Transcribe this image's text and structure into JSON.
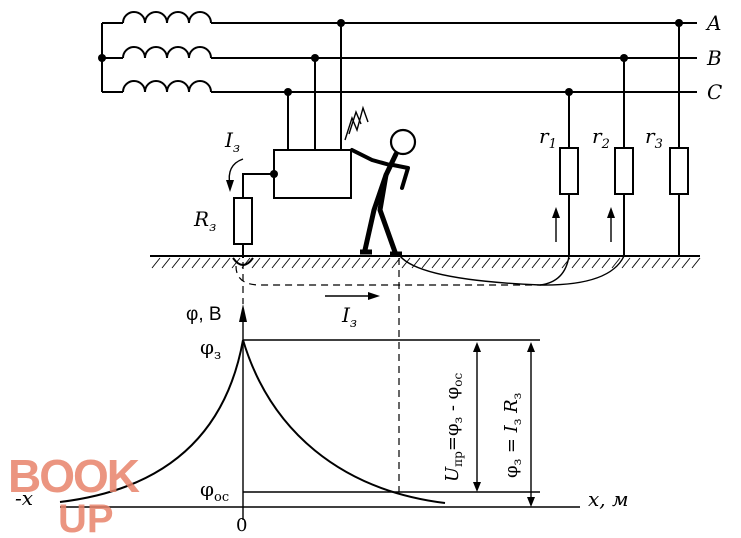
{
  "phase_labels": [
    "A",
    "B",
    "C"
  ],
  "resistors": {
    "r1": {
      "base": "r",
      "sub": "1"
    },
    "r2": {
      "base": "r",
      "sub": "2"
    },
    "r3": {
      "base": "r",
      "sub": "3"
    },
    "Rz": {
      "base": "R",
      "sub": "з"
    }
  },
  "currents": {
    "Iz_top": {
      "base": "I",
      "sub": "з"
    },
    "Iz_ground": {
      "base": "I",
      "sub": "з"
    }
  },
  "graph": {
    "y_axis_label": "φ, В",
    "phi_z": {
      "base": "φ",
      "sub": "з"
    },
    "phi_os": {
      "base": "φ",
      "sub": "ос"
    },
    "x_axis_label": "x, м",
    "neg_x_label": "-x",
    "origin_label": "0",
    "u_pr_formula": {
      "U": "U",
      "pr": "пр",
      "eq": "=φ",
      "z": "з",
      "minus": " - φ",
      "os": "ос"
    },
    "phi_eq_formula": {
      "phi": "φ",
      "z1": "з",
      "eq": " = I",
      "z2": "з",
      "R": " R",
      "z3": "з"
    }
  },
  "watermark": {
    "text_top": "BOOK",
    "text_bottom": "UP",
    "color": "#e8836a"
  },
  "colors": {
    "line": "#000000",
    "background": "#ffffff"
  }
}
